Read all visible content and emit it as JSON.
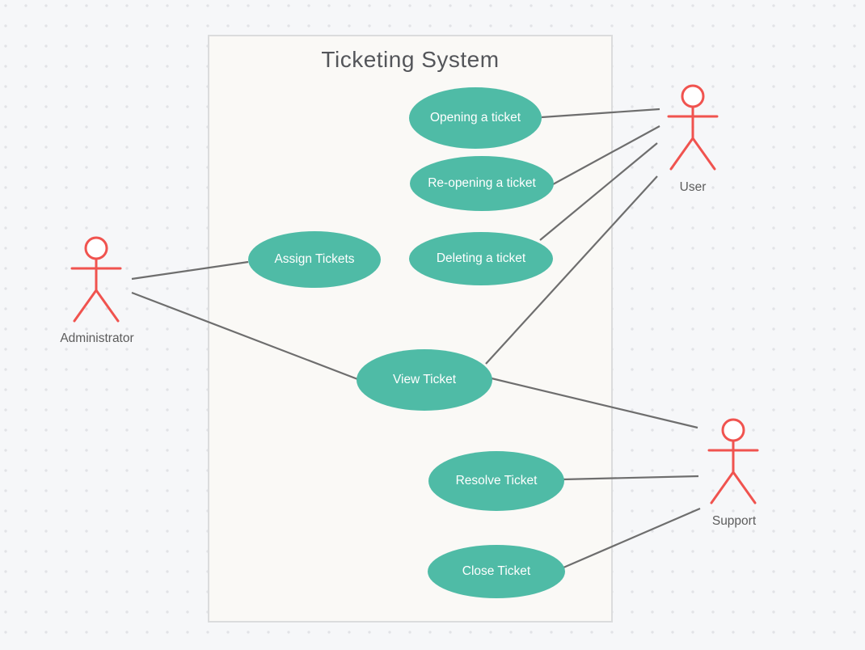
{
  "system": {
    "title": "Ticketing System"
  },
  "actors": [
    {
      "id": "administrator",
      "label": "Administrator"
    },
    {
      "id": "user",
      "label": "User"
    },
    {
      "id": "support",
      "label": "Support"
    }
  ],
  "use_cases": [
    {
      "id": "opening",
      "label": "Opening a ticket"
    },
    {
      "id": "reopening",
      "label": "Re-opening a ticket"
    },
    {
      "id": "assign",
      "label": "Assign Tickets"
    },
    {
      "id": "deleting",
      "label": "Deleting a ticket"
    },
    {
      "id": "view",
      "label": "View Ticket"
    },
    {
      "id": "resolve",
      "label": "Resolve Ticket"
    },
    {
      "id": "close",
      "label": "Close Ticket"
    }
  ],
  "connections": [
    {
      "from": "Administrator",
      "to": "Assign Tickets"
    },
    {
      "from": "Administrator",
      "to": "View Ticket"
    },
    {
      "from": "Opening a ticket",
      "to": "User"
    },
    {
      "from": "Re-opening a ticket",
      "to": "User"
    },
    {
      "from": "Deleting a ticket",
      "to": "User"
    },
    {
      "from": "View Ticket",
      "to": "User"
    },
    {
      "from": "View Ticket",
      "to": "Support"
    },
    {
      "from": "Resolve Ticket",
      "to": "Support"
    },
    {
      "from": "Close Ticket",
      "to": "Support"
    }
  ],
  "colors": {
    "use_case_fill": "#4FBBA6",
    "use_case_text": "#FFFFFF",
    "actor_stroke": "#F0534F",
    "connector": "#6E6E6E",
    "boundary_fill": "#FAF9F6",
    "boundary_border": "#DBDCDD",
    "canvas_background": "#F6F7F9",
    "dot_grid": "#E2E3E7",
    "title_text": "#54565A",
    "actor_label_text": "#5C5C5C"
  }
}
